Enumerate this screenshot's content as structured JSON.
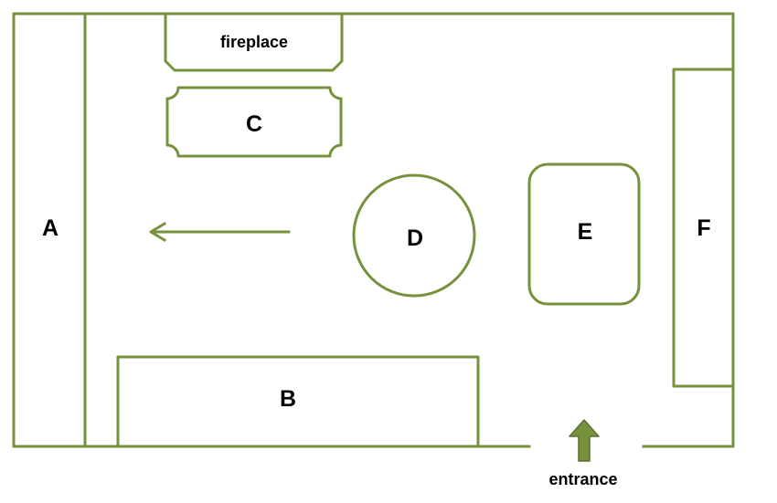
{
  "colors": {
    "stroke": "#76923C",
    "arrow_fill": "#76923C",
    "text": "#000000"
  },
  "labels": {
    "a": "A",
    "b": "B",
    "c": "C",
    "d": "D",
    "e": "E",
    "f": "F",
    "fireplace": "fireplace",
    "entrance": "entrance"
  },
  "icons": {
    "direction_arrow": "left-arrow-icon",
    "entrance_arrow": "up-arrow-icon"
  }
}
